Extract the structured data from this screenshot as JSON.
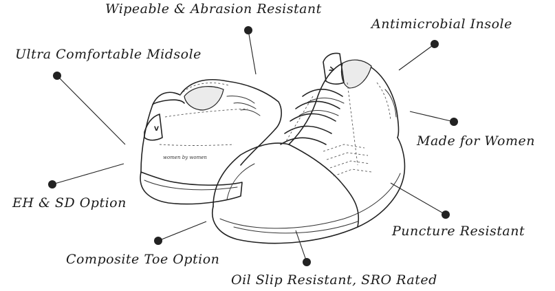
{
  "callouts": {
    "wipeable": "Wipeable & Abrasion Resistant",
    "antimicrobial": "Antimicrobial Insole",
    "midsole": "Ultra Comfortable Midsole",
    "women": "Made for Women",
    "eh_sd": "EH & SD Option",
    "puncture": "Puncture Resistant",
    "composite": "Composite Toe Option",
    "oil_slip": "Oil Slip Resistant, SRO Rated"
  },
  "shoe": {
    "heel_logo": "V",
    "tongue_logo": "V",
    "heel_script": "women by women"
  }
}
